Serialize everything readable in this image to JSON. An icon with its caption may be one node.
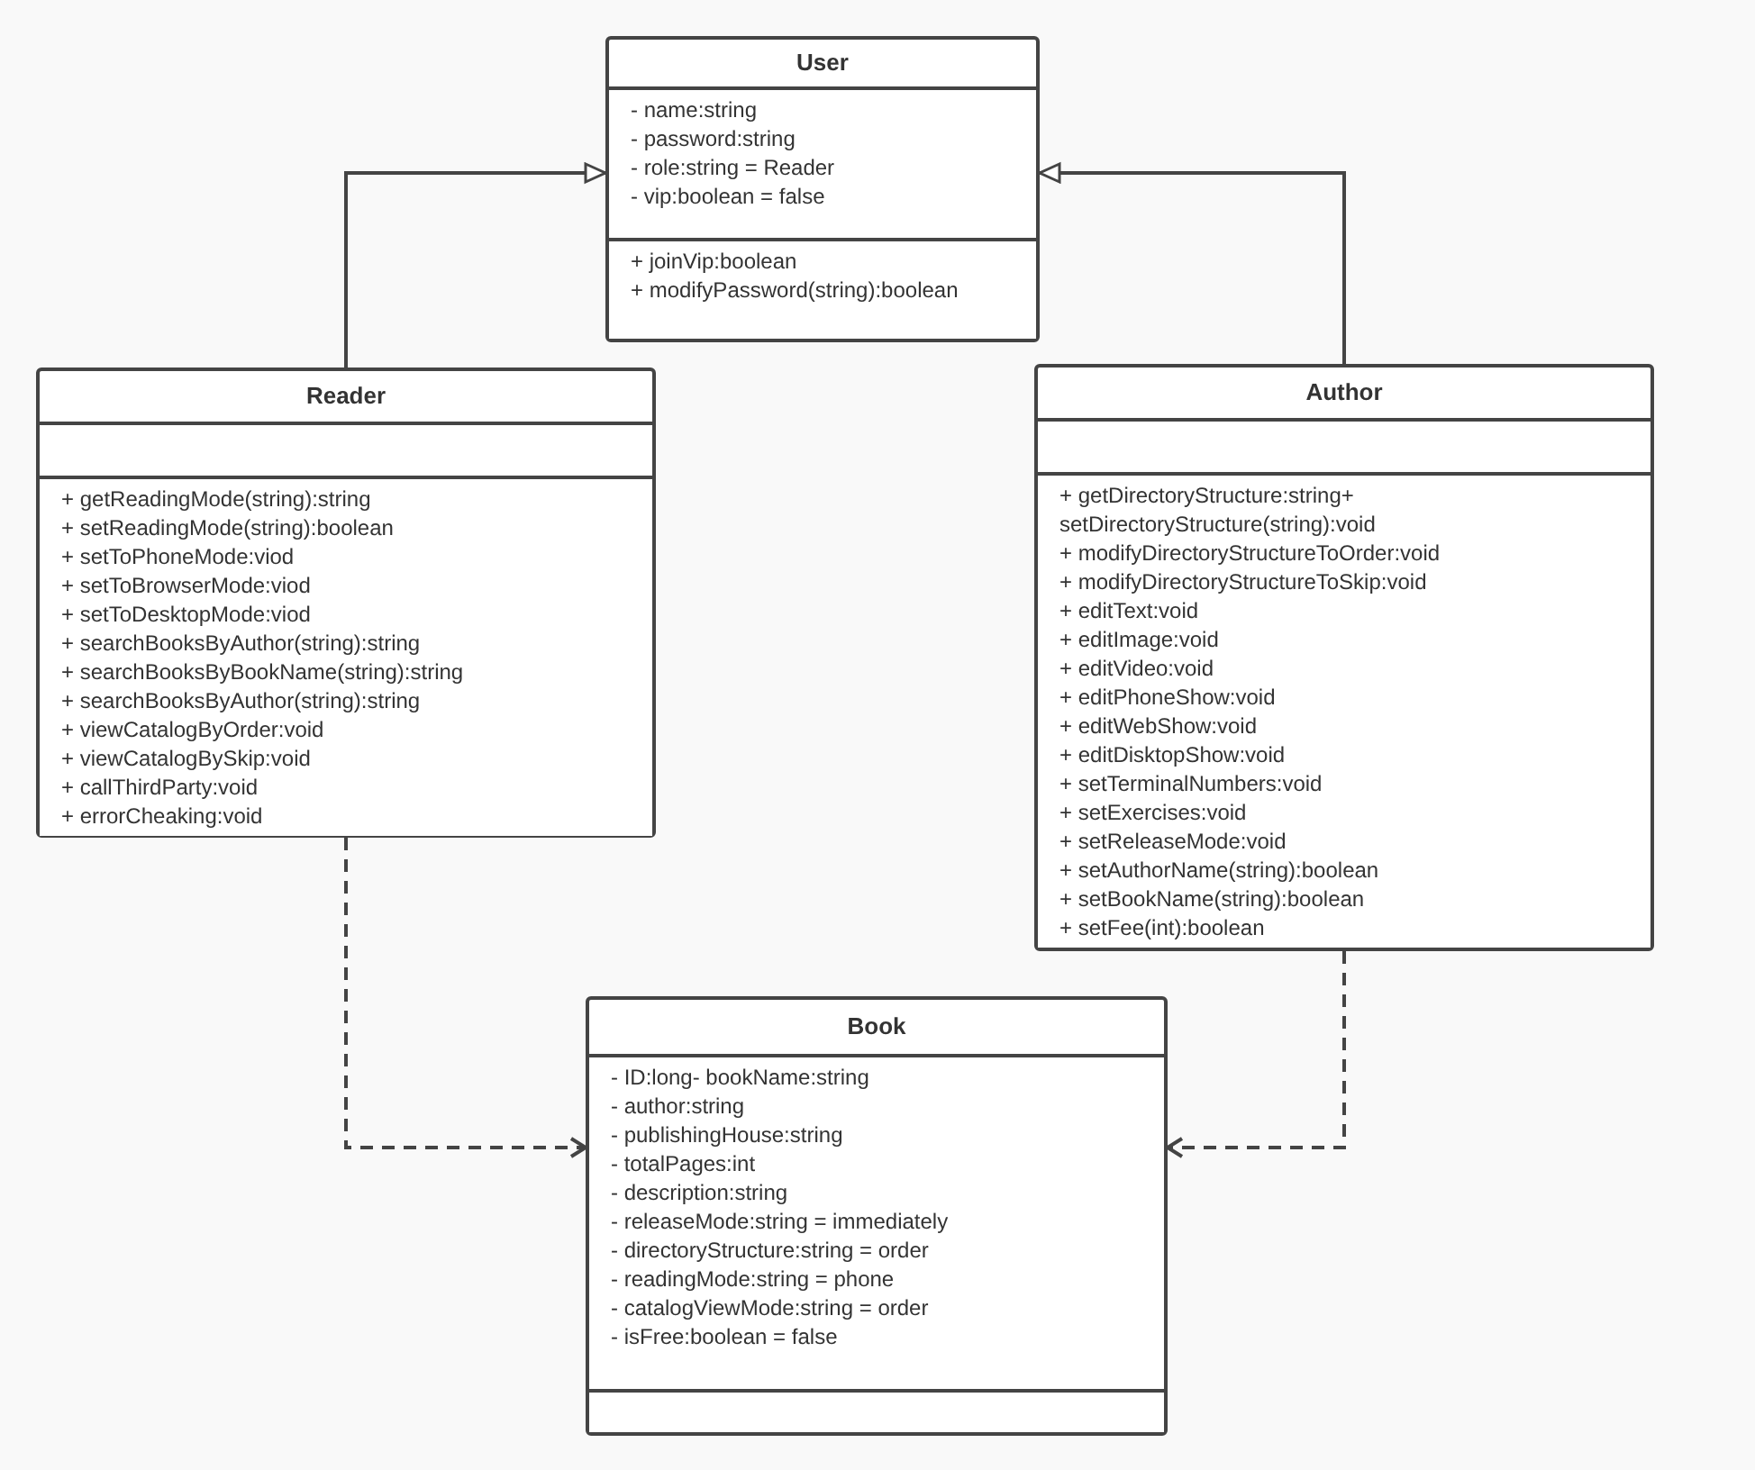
{
  "diagram": {
    "nodes": [
      {
        "text": [
          "User"
        ]
      },
      {
        "text": [
          "- name:string",
          "- password:string",
          "- role:string = Reader",
          "- vip:boolean = false"
        ],
        "in": 0
      },
      {
        "text": [
          "+ joinVip:boolean",
          "+ modifyPassword(string):boolean"
        ],
        "in": 0
      },
      {
        "text": [
          "Reader"
        ]
      },
      {
        "text": [],
        "shape": "box",
        "in": 3
      },
      {
        "text": [
          "+ getReadingMode(string):string",
          "+ setReadingMode(string):boolean",
          "+ setToPhoneMode:viod",
          "+ setToBrowserMode:viod",
          "+ setToDesktopMode:viod",
          "+ searchBooksByAuthor(string):string",
          "+ searchBooksByBookName(string):string",
          "+ searchBooksByAuthor(string):string",
          "+ viewCatalogByOrder:void",
          "+ viewCatalogBySkip:void",
          "+ callThirdParty:void",
          "+ errorCheaking:void"
        ],
        "in": 3
      },
      {
        "text": [
          "Author"
        ]
      },
      {
        "text": [],
        "shape": "box",
        "in": 6
      },
      {
        "text": [
          "+ getDirectoryStructure:string+ setDirectoryStructure(string):void",
          "+ modifyDirectoryStructureToOrder:void",
          "+ modifyDirectoryStructureToSkip:void",
          "+ editText:void",
          "+ editImage:void",
          "+ editVideo:void",
          "+ editPhoneShow:void",
          "+ editWebShow:void",
          "+ editDisktopShow:void",
          "+ setTerminalNumbers:void",
          "+ setExercises:void",
          "+ setReleaseMode:void",
          "+ setAuthorName(string):boolean",
          "+ setBookName(string):boolean",
          "+ setFee(int):boolean"
        ],
        "in": 6
      },
      {
        "text": [
          "Book"
        ]
      },
      {
        "text": [
          "- ID:long- bookName:string",
          "- author:string",
          "- publishingHouse:string",
          "- totalPages:int",
          "- description:string",
          "- releaseMode:string = immediately",
          "- directoryStructure:string = order",
          "- readingMode:string = phone",
          "- catalogViewMode:string = order",
          "- isFree:boolean = false"
        ],
        "in": 9
      },
      {
        "text": [],
        "shape": "box",
        "in": 9
      }
    ],
    "edges": [
      {
        "from": 3,
        "to": 0,
        "arrow": "to"
      },
      {
        "from": 6,
        "to": 0,
        "arrow": "to"
      },
      {
        "from": 3,
        "to": 9,
        "arrow": "to",
        "style": "dashed"
      },
      {
        "from": 6,
        "to": 9,
        "arrow": "to",
        "style": "dashed"
      }
    ]
  }
}
